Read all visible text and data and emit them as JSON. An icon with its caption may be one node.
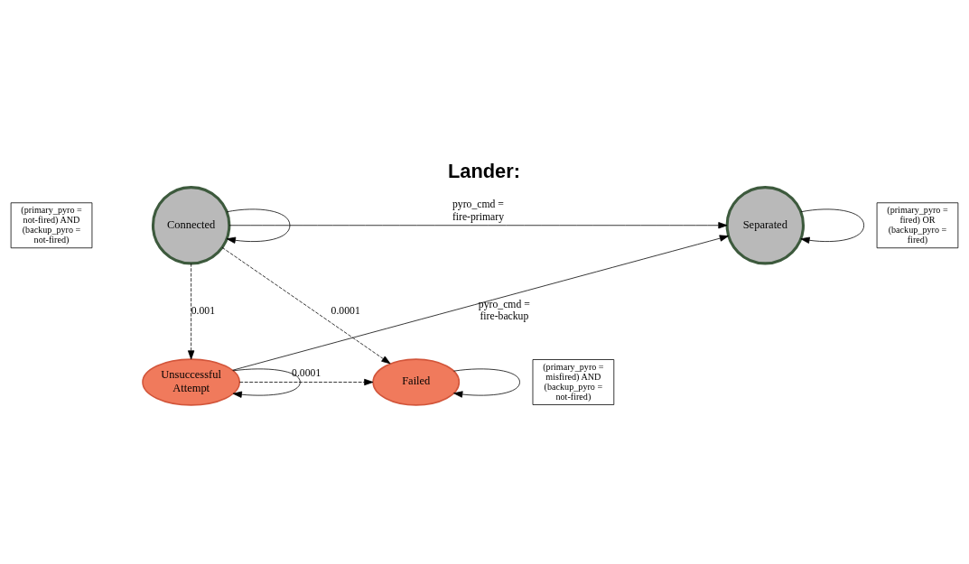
{
  "diagram": {
    "title": "Lander:",
    "nodes": [
      {
        "text": [
          "(primary_pyro = not-fired) AND (backup_pyro = not-fired)"
        ]
      },
      {
        "text": [
          "Connected"
        ]
      },
      {
        "text": [
          "Separated"
        ]
      },
      {
        "text": [
          "(primary_pyro = fired) OR (backup_pyro = fired)"
        ]
      },
      {
        "text": [
          "Failed"
        ]
      },
      {
        "text": [
          "Unsuccessful Attempt"
        ]
      },
      {
        "text": [
          "(primary_pyro = misfired) AND (backup_pyro = not-fired)"
        ]
      }
    ],
    "edges": [
      {
        "from": 1,
        "to": 1,
        "arrow": "to"
      },
      {
        "from": 1,
        "to": 2,
        "arrow": "to",
        "label": "pyro_cmd = fire-primary"
      },
      {
        "from": 2,
        "to": 2,
        "arrow": "to"
      },
      {
        "from": 1,
        "to": 4,
        "arrow": "to",
        "label": "0.0001",
        "style": "dashed"
      },
      {
        "from": 1,
        "to": 5,
        "arrow": "to",
        "label": "0.001",
        "style": "dashed"
      },
      {
        "from": 5,
        "to": 2,
        "arrow": "to",
        "label": "pyro_cmd = fire-backup"
      },
      {
        "from": 4,
        "to": 4,
        "arrow": "to"
      },
      {
        "from": 5,
        "to": 4,
        "arrow": "to",
        "label": "0.0001",
        "style": "dashed"
      },
      {
        "from": 5,
        "to": 5,
        "arrow": "to"
      }
    ]
  }
}
